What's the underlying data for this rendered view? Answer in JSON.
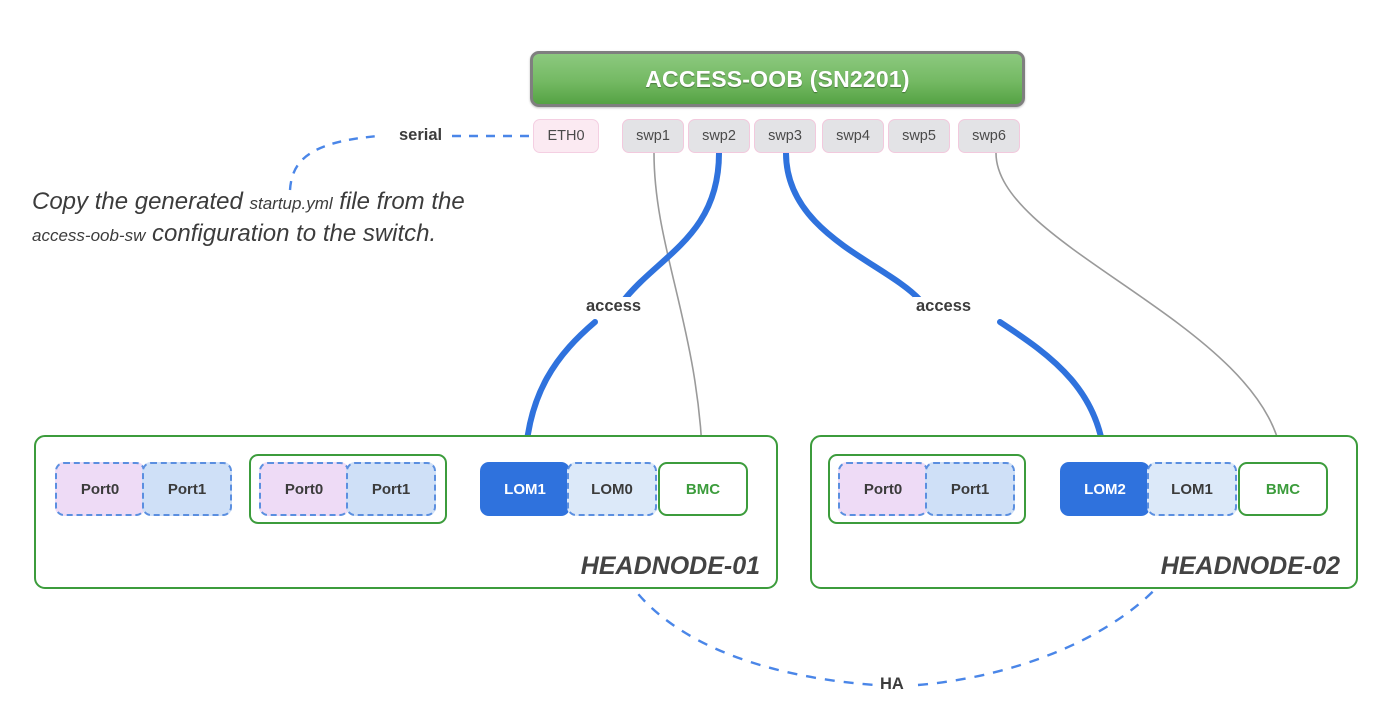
{
  "switch": {
    "title": "ACCESS-OOB (SN2201)",
    "body_color": "#6ab354",
    "border_color": "#7f7f7f",
    "ports": [
      {
        "label": "ETH0",
        "kind": "mgmt"
      },
      {
        "label": "swp1",
        "kind": "swp"
      },
      {
        "label": "swp2",
        "kind": "swp"
      },
      {
        "label": "swp3",
        "kind": "swp"
      },
      {
        "label": "swp4",
        "kind": "swp"
      },
      {
        "label": "swp5",
        "kind": "swp"
      },
      {
        "label": "swp6",
        "kind": "swp"
      }
    ]
  },
  "note": {
    "line1_a": "Copy the generated ",
    "line1_mono": "startup.yml",
    "line1_b": " file from the",
    "line2_mono": "access-oob-sw",
    "line2_b": " configuration to the switch."
  },
  "link_labels": {
    "serial": "serial",
    "access_left": "access",
    "access_right": "access",
    "ha": "HA"
  },
  "headnodes": [
    {
      "name": "HEADNODE-01",
      "groups": [
        {
          "boxed": false,
          "ports": [
            {
              "label": "Port0",
              "style": "port0"
            },
            {
              "label": "Port1",
              "style": "port1"
            }
          ]
        },
        {
          "boxed": true,
          "ports": [
            {
              "label": "Port0",
              "style": "port0"
            },
            {
              "label": "Port1",
              "style": "port1"
            }
          ]
        }
      ],
      "loms": [
        {
          "label": "LOM1",
          "style": "lom-active"
        },
        {
          "label": "LOM0",
          "style": "lom-idle"
        }
      ],
      "bmc": {
        "label": "BMC"
      }
    },
    {
      "name": "HEADNODE-02",
      "groups": [
        {
          "boxed": true,
          "ports": [
            {
              "label": "Port0",
              "style": "port0"
            },
            {
              "label": "Port1",
              "style": "port1"
            }
          ]
        }
      ],
      "loms": [
        {
          "label": "LOM2",
          "style": "lom-active"
        },
        {
          "label": "LOM1",
          "style": "lom-idle"
        }
      ],
      "bmc": {
        "label": "BMC"
      }
    }
  ],
  "colors": {
    "accent_blue": "#2f72dd",
    "link_blue": "#3a7bd5",
    "node_green": "#3c9c3c",
    "switch_green": "#6ab354",
    "gray_wire": "#9a9a9a",
    "port_pink_border": "#f2c9dd",
    "port_gray_fill": "#e3e3e6"
  }
}
